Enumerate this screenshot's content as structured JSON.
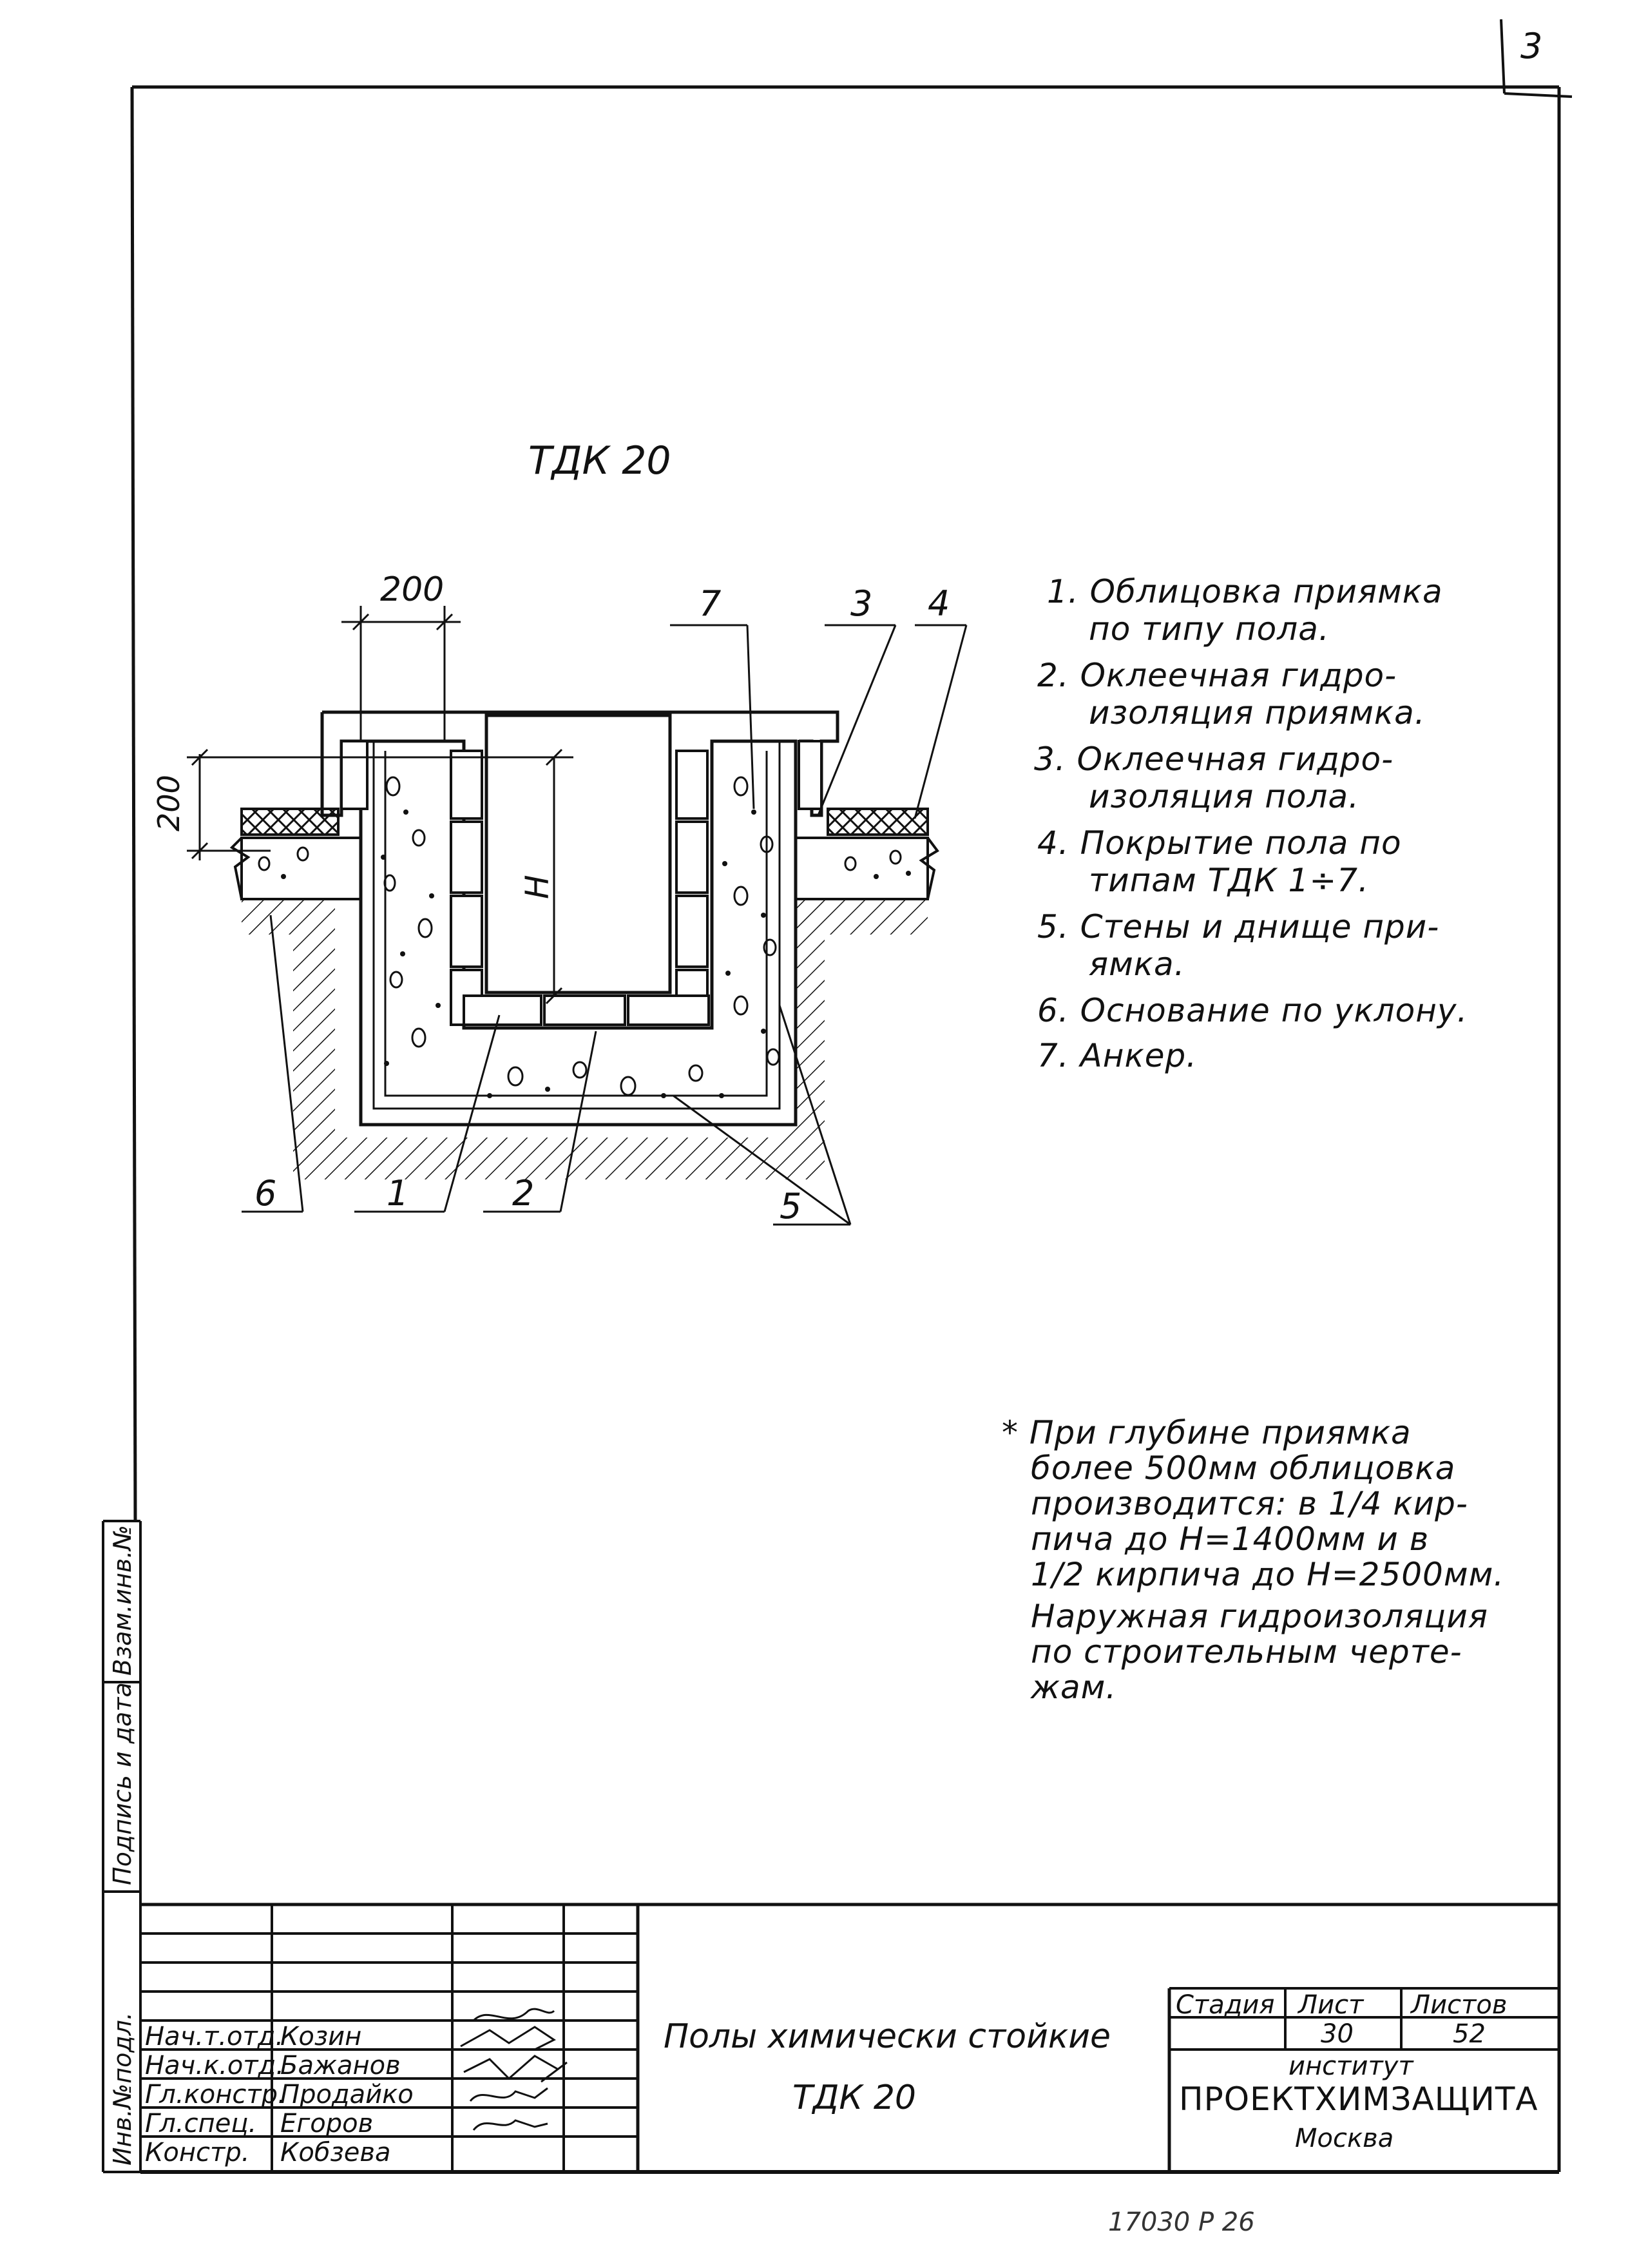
{
  "sheet_title": "ТДК 20",
  "callouts": {
    "dim_top": "200",
    "dim_left": "200",
    "dim_h": "H",
    "n1": "1",
    "n2": "2",
    "n3": "3",
    "n4": "4",
    "n5": "5",
    "n6": "6",
    "n7": "7"
  },
  "legend": [
    "1. Облицовка приямка",
    "по типу пола.",
    "2. Оклеечная гидро-",
    "изоляция приямка.",
    "3. Оклеечная гидро-",
    "изоляция пола.",
    "4. Покрытие пола по",
    "типам ТДК 1÷7.",
    "5. Стены и днище при-",
    "ямка.",
    "6. Основание по уклону.",
    "7. Анкер."
  ],
  "note": [
    "* При глубине приямка",
    "более 500мм облицовка",
    "производится: в 1/4 кир-",
    "пича до Н=1400мм и в",
    "1/2 кирпича до Н=2500мм.",
    "Наружная гидроизоляция",
    "по строительным черте-",
    "жам."
  ],
  "side_stamp": [
    "Инв.№подл.",
    "Подпись и дата",
    "Взам.инв.№"
  ],
  "corner_mark": "3",
  "title_block": {
    "roles": [
      "Нач.т.отд.",
      "Нач.к.отд.",
      "Гл.констр.",
      "Гл.спец.",
      "Констр."
    ],
    "names": [
      "Козин",
      "Бажанов",
      "Продайко",
      "Егоров",
      "Кобзева"
    ],
    "title_line1": "Полы химически стойкие",
    "title_line2": "ТДК 20",
    "stage_label": "Стадия",
    "sheet_label": "Лист",
    "sheets_label": "Листов",
    "sheet_no": "30",
    "sheets_total": "52",
    "institute_line1": "институт",
    "institute_line2": "ПРОЕКТХИМЗАЩИТА",
    "institute_line3": "Москва"
  },
  "footer_mark": "17030  Р  26"
}
